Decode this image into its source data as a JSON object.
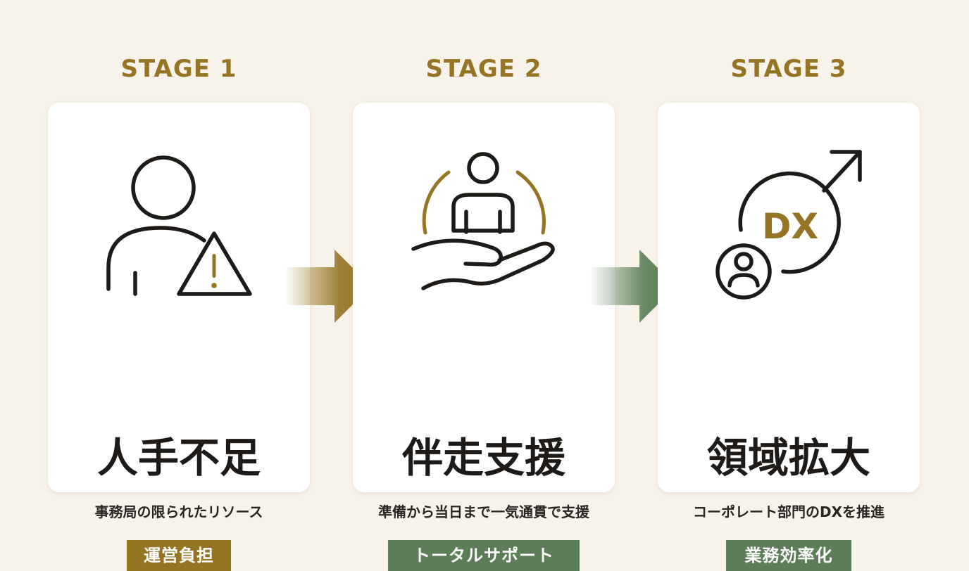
{
  "stages": [
    {
      "label": "STAGE 1",
      "title": "人手不足",
      "description": "事務局の限られたリソース",
      "badge": "運営負担",
      "icon": "person-warning-icon"
    },
    {
      "label": "STAGE 2",
      "title": "伴走支援",
      "description": "準備から当日まで一気通貫で支援",
      "badge": "トータルサポート",
      "icon": "hand-support-person-icon"
    },
    {
      "label": "STAGE 3",
      "title": "領域拡大",
      "description": "コーポレート部門のDXを推進",
      "badge": "業務効率化",
      "icon": "dx-growth-arrow-icon",
      "icon_text": "DX"
    }
  ],
  "arrows": [
    "gold-arrow-icon",
    "green-arrow-icon"
  ],
  "colors": {
    "background": "#f7f2ea",
    "gold": "#957523",
    "green": "#5c7d57",
    "ink": "#1d1a17"
  }
}
